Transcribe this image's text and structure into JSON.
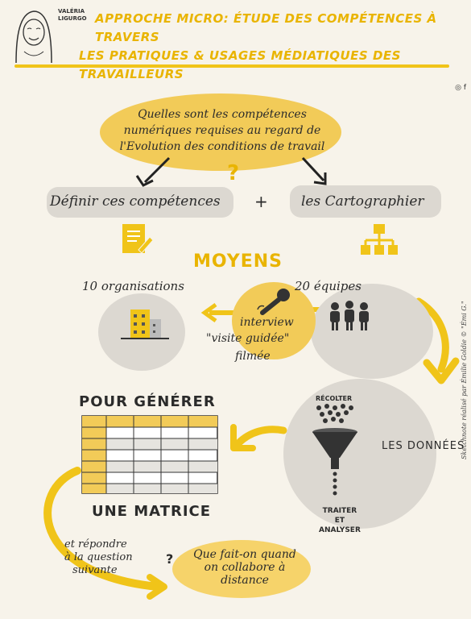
{
  "header": {
    "author_line1": "VALÉRIA",
    "author_line2": "LIGURGO",
    "title_line1": "APPROCHE MICRO: ÉTUDE DES COMPÉTENCES À TRAVERS",
    "title_line2": "LES PRATIQUES & USAGES MÉDIATIQUES DES TRAVAILLEURS"
  },
  "side": {
    "credit": "Sketchnote réalisé par Émilie Goldie © \"Émi G.\"",
    "social": "◎ f"
  },
  "question": {
    "text": "Quelles sont les compétences numériques requises au regard de l'Evolution des conditions de travail",
    "mark": "?"
  },
  "objectives": {
    "define": "Définir ces compétences",
    "plus": "+",
    "map": "les Cartographier"
  },
  "means": {
    "title": "MOYENS",
    "organisations": "10 organisations",
    "teams": "20 équipes",
    "interview": "interview",
    "visit": "\"visite guidée\"",
    "filmed": "filmée"
  },
  "matrix": {
    "top": "POUR GÉNÉRER",
    "bottom": "UNE MATRICE"
  },
  "process": {
    "collect": "RÉCOLTER",
    "data": "LES DONNÉES",
    "treat_line1": "TRAITER",
    "treat_line2": "ET",
    "treat_line3": "ANALYSER"
  },
  "conclusion": {
    "answer_intro_line1": "et répondre",
    "answer_intro_line2": "à la question",
    "answer_intro_line3": "suivante",
    "mark": "?",
    "question": "Que fait-on quand on collabore à distance"
  },
  "colors": {
    "accent": "#f0c419",
    "bubble": "#f2cb58",
    "grey": "#dcd8d1",
    "background": "#f7f3ea"
  }
}
